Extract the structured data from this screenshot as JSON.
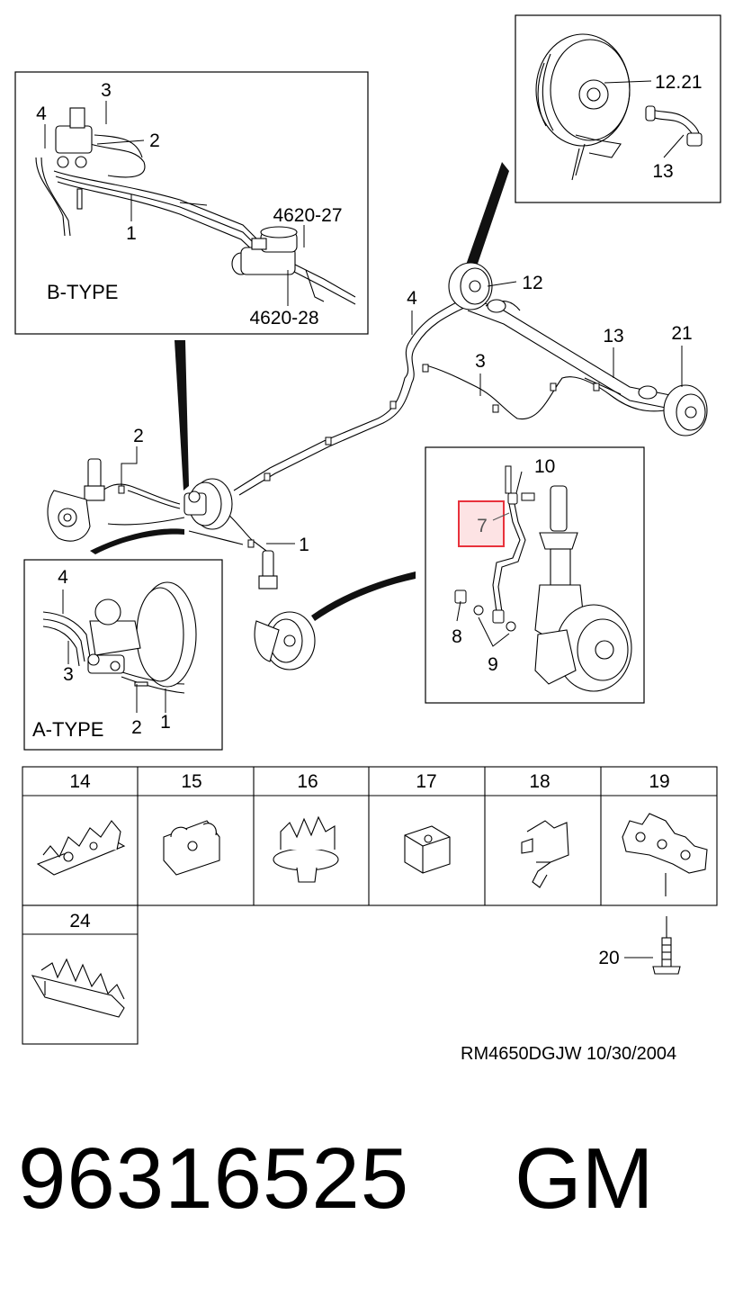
{
  "callouts": {
    "b_type": {
      "label_3": "3",
      "label_4": "4",
      "label_2": "2",
      "label_1": "1",
      "label_4620_27": "4620-27",
      "label_4620_28": "4620-28",
      "type_name": "B-TYPE"
    },
    "rear_detail": {
      "label_12_21": "12.21",
      "label_13": "13"
    },
    "main": {
      "label_4": "4",
      "label_12": "12",
      "label_3": "3",
      "label_13": "13",
      "label_21": "21",
      "label_2": "2",
      "label_1": "1"
    },
    "front_detail": {
      "label_10": "10",
      "label_7": "7",
      "label_8": "8",
      "label_9": "9"
    },
    "a_type": {
      "label_4": "4",
      "label_3": "3",
      "label_2": "2",
      "label_1": "1",
      "type_name": "A-TYPE"
    },
    "clips": {
      "row1": [
        "14",
        "15",
        "16",
        "17",
        "18",
        "19"
      ],
      "row2": [
        "24"
      ],
      "bolt_label": "20"
    }
  },
  "highlight_color": "#e8323c",
  "footer": {
    "reference": "RM4650DGJW  10/30/2004",
    "part_number": "96316525",
    "brand": "GM"
  }
}
